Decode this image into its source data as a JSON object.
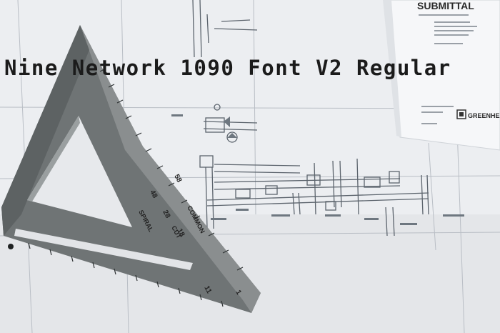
{
  "title": "Nine Network 1090 Font V2 Regular",
  "document": {
    "heading": "SUBMITTAL",
    "brand": "GREENHE"
  },
  "square": {
    "scale_numbers": [
      "58",
      "48",
      "28",
      "18",
      "11",
      "1"
    ],
    "labels": [
      "COMMON",
      "CUT",
      "SPIRAL"
    ]
  },
  "colors": {
    "paper": "#eceef1",
    "blueprint_line": "#6e7780",
    "square_metal": "#7b7f80",
    "text": "#1b1b1b"
  }
}
